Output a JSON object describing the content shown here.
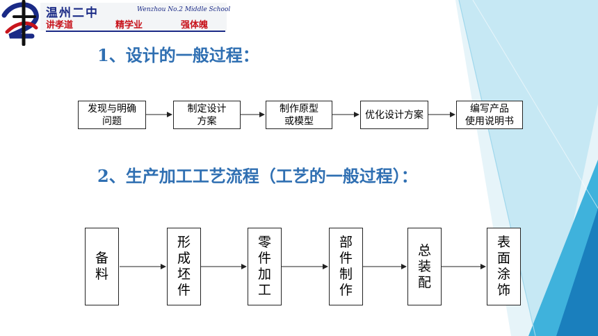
{
  "logo": {
    "name": "温州二中",
    "english": "Wenzhou No.2 Middle School",
    "motto": [
      "讲孝道",
      "精学业",
      "强体魄"
    ]
  },
  "headings": {
    "design_process": "1、设计的一般过程：",
    "production_process": "2、生产加工工艺流程（工艺的一般过程）："
  },
  "design_steps": [
    "发现与明确\n问题",
    "制定设计\n方案",
    "制作原型\n或模型",
    "优化设计方案",
    "编写产品\n使用说明书"
  ],
  "production_steps": [
    "备料",
    "形成坯件",
    "零件加工",
    "部件制作",
    "总装配",
    "表面涂饰"
  ],
  "colors": {
    "heading": "#2f6fb2",
    "logo_text": "#1a2a86",
    "motto": "#c8141c",
    "deco_light": "#bfe6f3",
    "deco_mid": "#3fb2dc",
    "deco_dark": "#1a7fbd"
  }
}
